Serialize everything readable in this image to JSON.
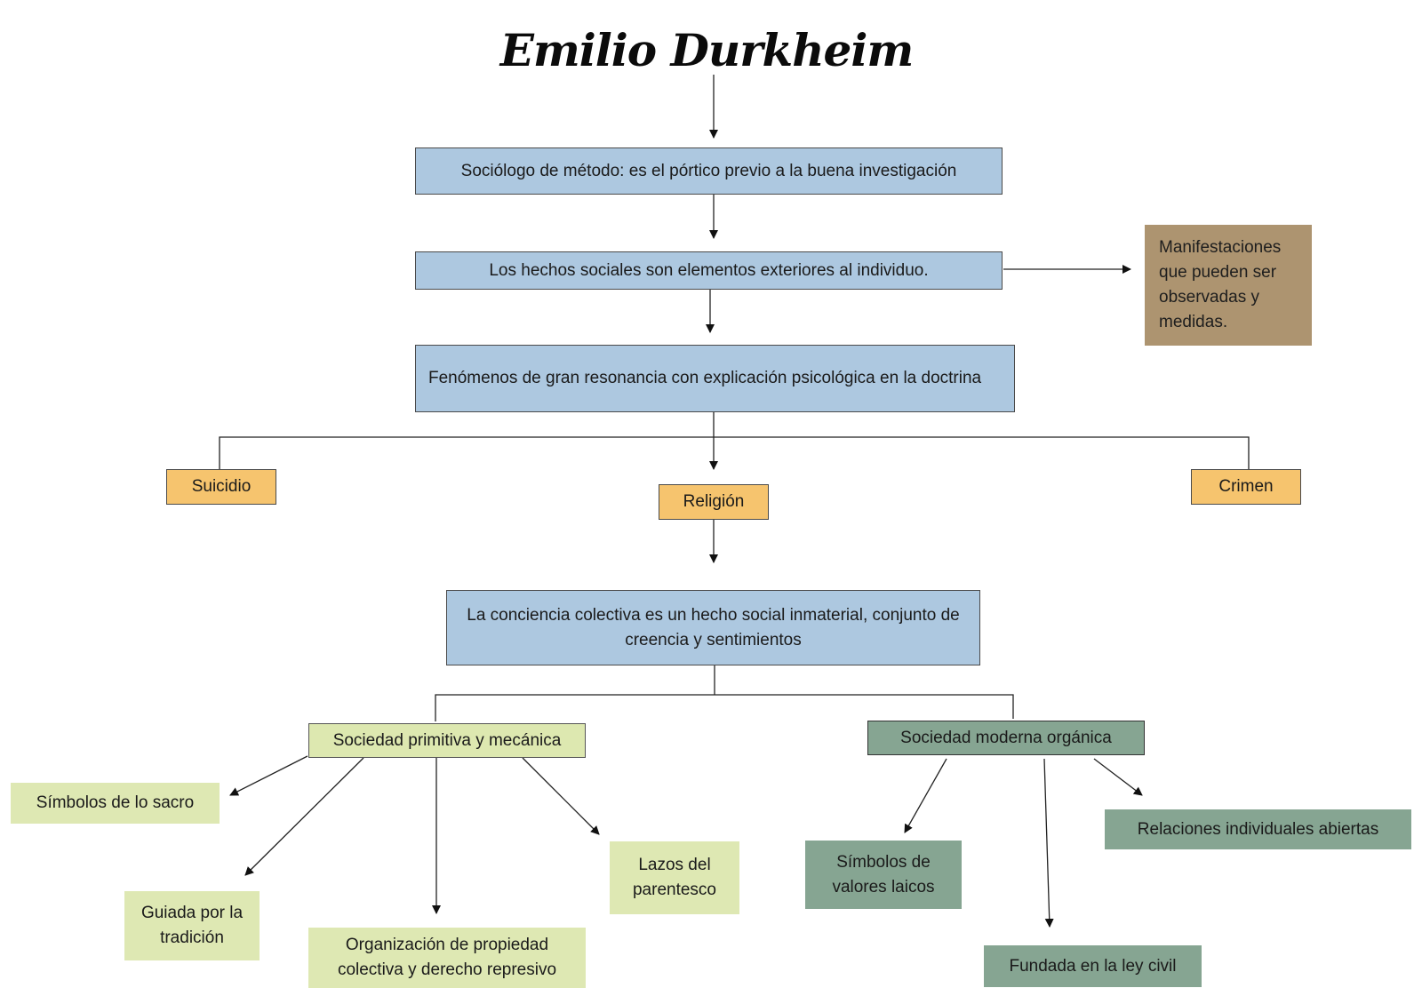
{
  "title": "Emilio Durkheim",
  "nodes": {
    "metodo": "Sociólogo de método: es el pórtico previo a la buena investigación",
    "hechos": "Los hechos sociales son elementos exteriores al individuo.",
    "manifestaciones": "Manifestaciones que pueden ser observadas y medidas.",
    "fenomenos": "Fenómenos de gran resonancia con explicación psicológica en la doctrina",
    "suicidio": "Suicidio",
    "religion": "Religión",
    "crimen": "Crimen",
    "conciencia": "La conciencia colectiva es un hecho social inmaterial, conjunto de creencia y sentimientos",
    "primitiva": "Sociedad primitiva y mecánica",
    "moderna": "Sociedad moderna orgánica",
    "sacro": "Símbolos de lo sacro",
    "tradicion": "Guiada por la tradición",
    "propiedad": "Organización de propiedad colectiva y derecho represivo",
    "parentesco": "Lazos del parentesco",
    "laicos": "Símbolos de valores laicos",
    "ley_civil": "Fundada en la ley civil",
    "relaciones": "Relaciones individuales abiertas"
  },
  "colors": {
    "blue": "#adc8e0",
    "orange": "#f6c46e",
    "brown": "#ad9470",
    "lime": "#dee8b3",
    "teal": "#86a592"
  }
}
